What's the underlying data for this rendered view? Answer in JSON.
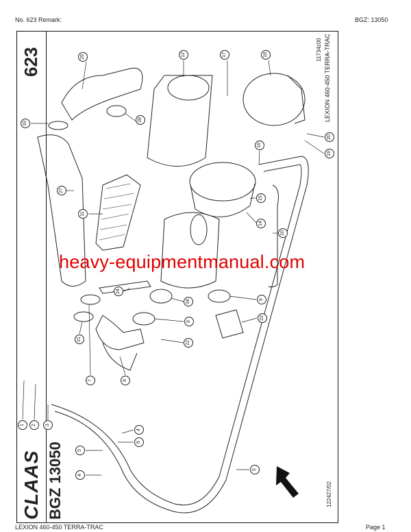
{
  "header": {
    "left": "No. 623   Remark:",
    "right": "BGZ: 13050"
  },
  "footer": {
    "left": "LEXION 460-450 TERRA-TRAC",
    "right": "Page 1"
  },
  "diagram": {
    "page_number": "623",
    "model": "LEXION 460-450 TERRA-TRAC",
    "drawing_id": "11734z00",
    "date_code": "122427/02",
    "group": "BGZ 13050",
    "brand": "CLAAS",
    "watermark": "heavy-equipmentmanual.com",
    "callouts": [
      "29",
      "12",
      "17",
      "18",
      "33",
      "28",
      "27",
      "11",
      "16",
      "15",
      "14",
      "10",
      "20",
      "19",
      "24",
      "34",
      "9",
      "9",
      "23",
      "22",
      "21",
      "7",
      "8",
      "1",
      "2",
      "3",
      "4",
      "6",
      "5",
      "4",
      "5"
    ]
  }
}
